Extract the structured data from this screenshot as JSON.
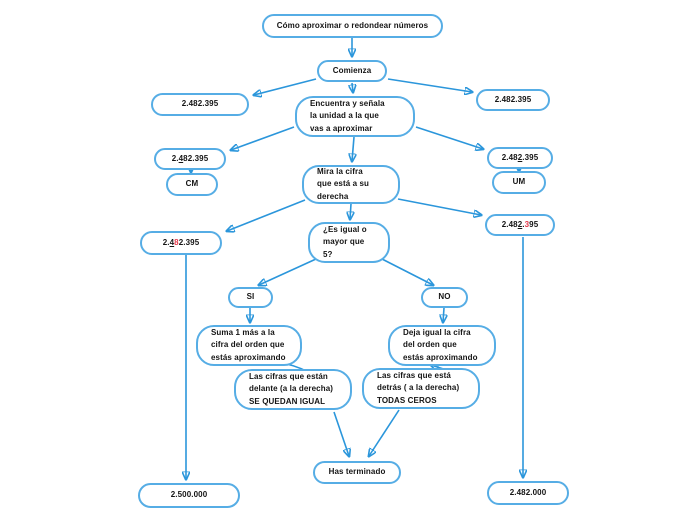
{
  "diagram": {
    "title": "Cómo aproximar o redondear números",
    "colors": {
      "node_border": "#56ade5",
      "arrow": "#2b96db",
      "text": "#141414",
      "highlight_red": "#e5394a"
    },
    "nodes": {
      "title": {
        "label": "Cómo aproximar o redondear números"
      },
      "comienza": {
        "label": "Comienza"
      },
      "num_top_left": {
        "label": "2.482.395"
      },
      "encuentra": {
        "label": "Encuentra y señala\nla unidad a la que\nvas a aproximar"
      },
      "num_top_right": {
        "label": "2.482.395"
      },
      "num_cm": {
        "segments": [
          {
            "t": "2."
          },
          {
            "t": "4",
            "u": true
          },
          {
            "t": "82.395"
          }
        ]
      },
      "cm": {
        "label": "CM"
      },
      "num_um": {
        "segments": [
          {
            "t": "2.48"
          },
          {
            "t": "2",
            "u": true
          },
          {
            "t": ".395"
          }
        ]
      },
      "um": {
        "label": "UM"
      },
      "mira": {
        "label": "Mira la cifra\nque está a su\nderecha"
      },
      "num_red_left": {
        "segments": [
          {
            "t": "2."
          },
          {
            "t": "4",
            "u": true
          },
          {
            "t": "8",
            "red": true
          },
          {
            "t": "2.395"
          }
        ]
      },
      "num_red_right": {
        "segments": [
          {
            "t": "2.48"
          },
          {
            "t": "2",
            "u": true
          },
          {
            "t": "."
          },
          {
            "t": "3",
            "red": true
          },
          {
            "t": "95"
          }
        ]
      },
      "es_igual": {
        "label": "¿Es igual o\nmayor que\n5?"
      },
      "si": {
        "label": "SI"
      },
      "no": {
        "label": "NO"
      },
      "suma": {
        "label": "Suma 1 más a la\ncifra del orden que\nestás aproximando"
      },
      "deja": {
        "label": "Deja igual la cifra\ndel orden que\nestás aproximando"
      },
      "delante": {
        "label": "Las cifras que están\ndelante (a la derecha)\nSE QUEDAN IGUAL"
      },
      "detras": {
        "label": "Las cifras que está\ndetrás ( a la derecha)\nTODAS CEROS"
      },
      "has_terminado": {
        "label": "Has terminado"
      },
      "result_left": {
        "label": "2.500.000"
      },
      "result_right": {
        "label": "2.482.000"
      }
    }
  }
}
